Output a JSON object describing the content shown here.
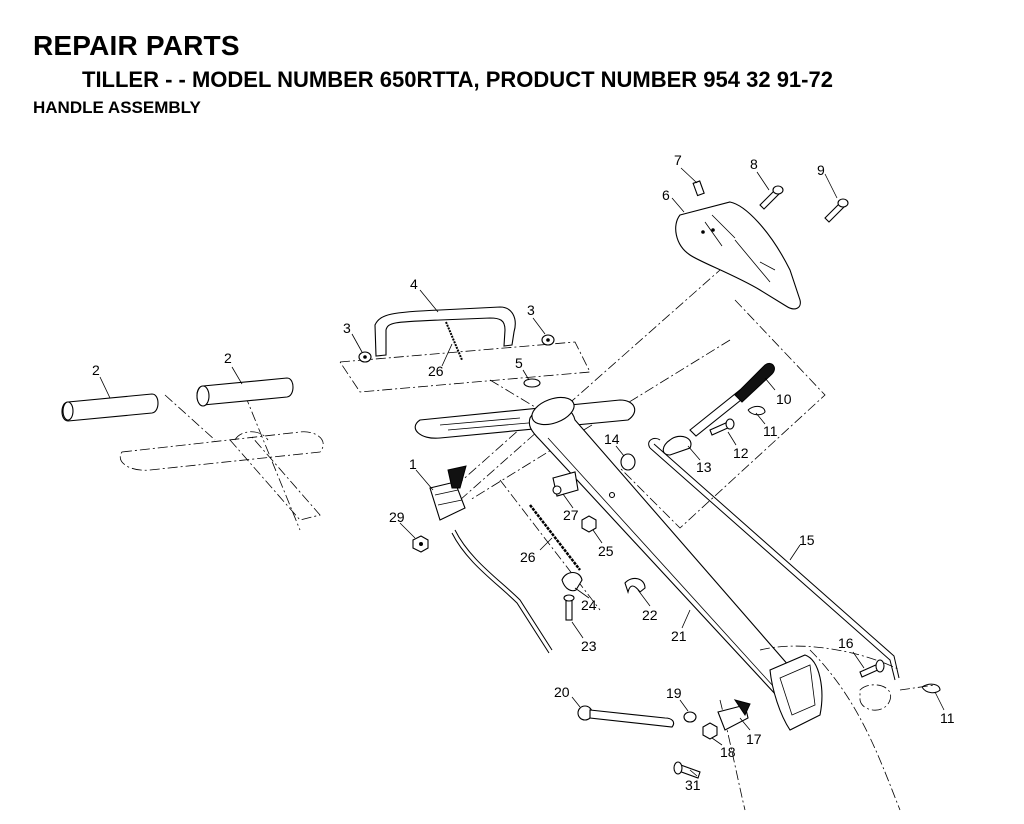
{
  "header": {
    "title": "REPAIR PARTS",
    "subtitle": "TILLER - - MODEL NUMBER 650RTTA, PRODUCT NUMBER 954 32 91-72",
    "section": "HANDLE ASSEMBLY"
  },
  "callouts": {
    "c1": "1",
    "c2a": "2",
    "c2b": "2",
    "c3a": "3",
    "c3b": "3",
    "c4": "4",
    "c5": "5",
    "c6": "6",
    "c7": "7",
    "c8": "8",
    "c9": "9",
    "c10": "10",
    "c11a": "11",
    "c11b": "11",
    "c12": "12",
    "c13": "13",
    "c14": "14",
    "c15": "15",
    "c16": "16",
    "c17": "17",
    "c18": "18",
    "c19": "19",
    "c20": "20",
    "c21": "21",
    "c22": "22",
    "c23": "23",
    "c24": "24",
    "c25": "25",
    "c26a": "26",
    "c26b": "26",
    "c27": "27",
    "c29": "29",
    "c31": "31"
  }
}
